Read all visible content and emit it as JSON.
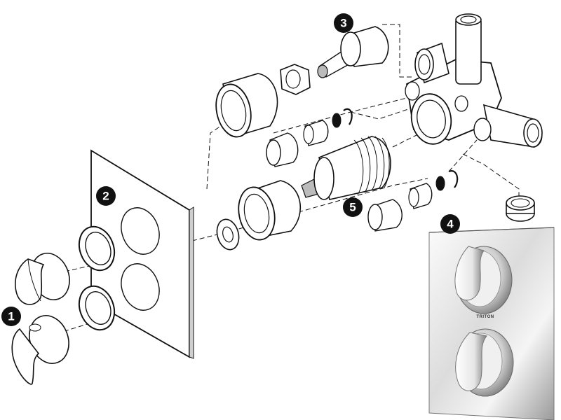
{
  "callouts": [
    {
      "id": "1",
      "label": "1"
    },
    {
      "id": "2",
      "label": "2"
    },
    {
      "id": "3",
      "label": "3"
    },
    {
      "id": "4",
      "label": "4"
    },
    {
      "id": "5",
      "label": "5"
    }
  ],
  "faceplate": {
    "brand": "TRITON"
  },
  "colors": {
    "ink": "#111111",
    "chrome_light": "#f4f4f4",
    "chrome_dark": "#8a8a8a",
    "callout_fill": "#111111"
  }
}
